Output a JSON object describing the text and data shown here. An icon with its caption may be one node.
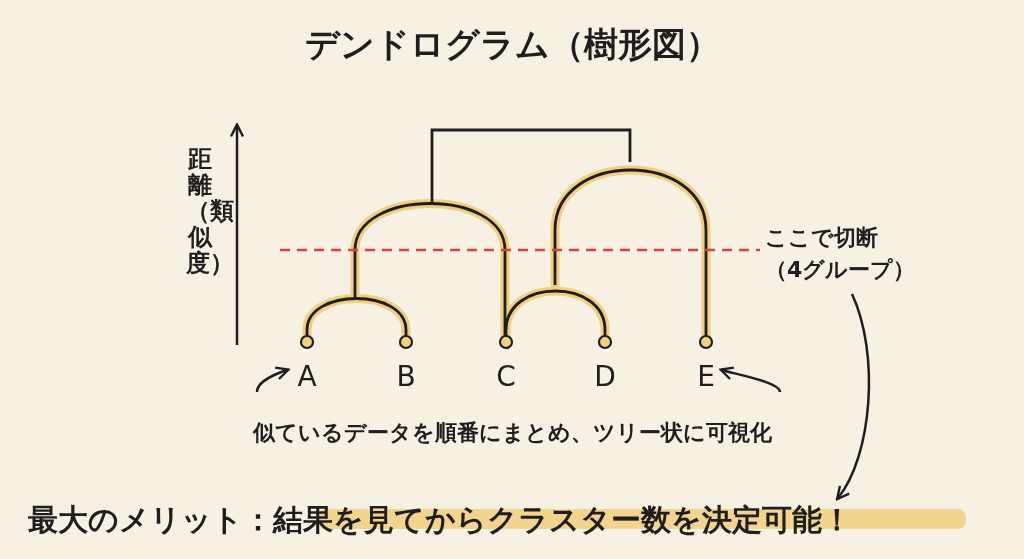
{
  "diagram": {
    "title": "デンドログラム（樹形図）",
    "nodes": [
      {
        "text": [
          "A"
        ]
      },
      {
        "text": [
          "B"
        ]
      },
      {
        "text": [
          "C"
        ]
      },
      {
        "text": [
          "D"
        ]
      },
      {
        "text": [
          "E"
        ]
      },
      {
        "text": [
          "ここで切断（4グループ）"
        ]
      },
      {
        "text": [
          "最大のメリット：結果を見てからクラスター数を決定可能！"
        ]
      }
    ],
    "edges": [
      {
        "from": 5,
        "to": 6,
        "arrow": "to"
      },
      {
        "from": null,
        "to": 0,
        "arrow": "to"
      },
      {
        "from": null,
        "to": 4,
        "arrow": "to"
      }
    ],
    "labels": [
      "距離（類似度）",
      "似ているデータを順番にまとめ、ツリー状に可視化"
    ]
  }
}
